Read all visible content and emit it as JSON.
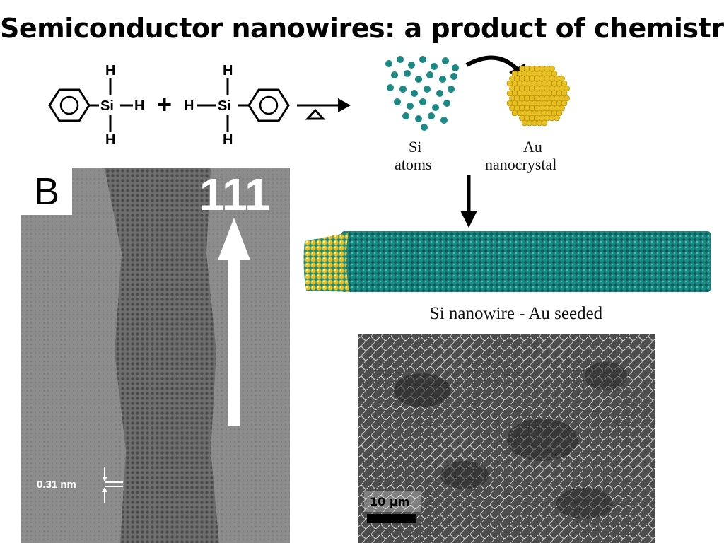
{
  "title": "Semiconductor nanowires: a product of chemistry",
  "reaction": {
    "atom_si": "Si",
    "atom_h": "H",
    "plus": "+",
    "heat_symbol": "Δ"
  },
  "diagram": {
    "si_label_line1": "Si",
    "si_label_line2": "atoms",
    "au_label_line1": "Au",
    "au_label_line2": "nanocrystal",
    "si_color": "#1a8a84",
    "au_color": "#e8c020"
  },
  "tem_image": {
    "panel_label": "B",
    "direction_label": "111",
    "scale_label": "0.31 nm"
  },
  "nanowire": {
    "caption": "Si nanowire - Au seeded"
  },
  "sem_image": {
    "scale_label": "10 µm"
  }
}
